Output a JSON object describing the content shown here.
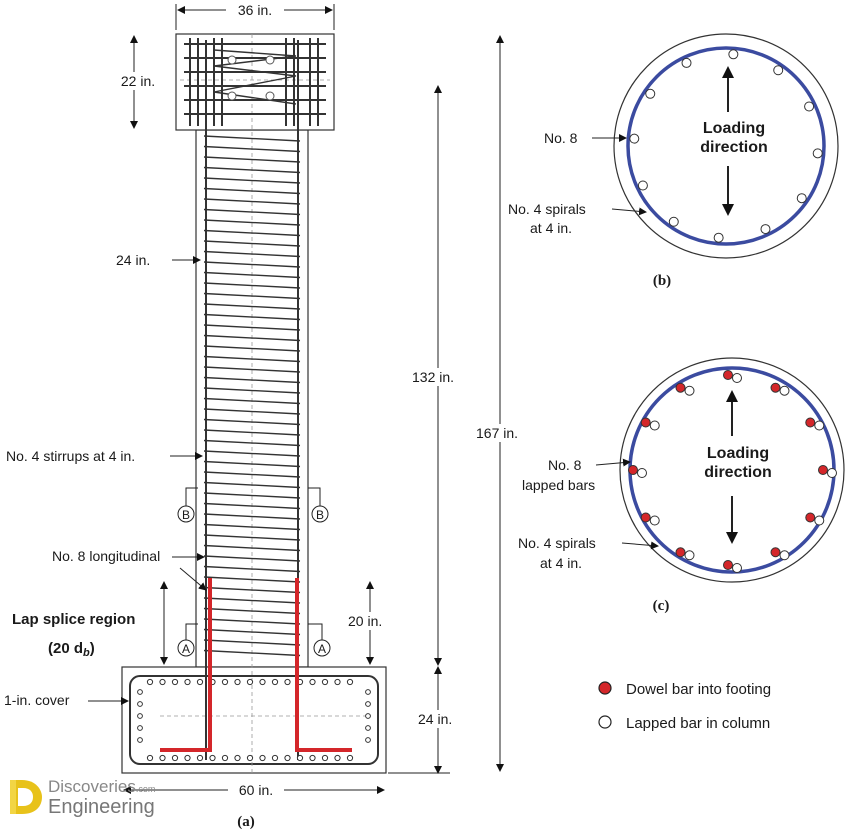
{
  "elevation": {
    "dims": {
      "top_width": "36 in.",
      "cap_height": "22 in.",
      "column_width": "24 in.",
      "column_height": "132 in.",
      "total_height": "167 in.",
      "splice_length": "20 in.",
      "footing_height": "24 in.",
      "footing_width": "60 in."
    },
    "labels": {
      "stirrups": "No. 4 stirrups at 4 in.",
      "longitudinal": "No. 8 longitudinal",
      "lap_splice_title": "Lap splice region",
      "lap_splice_sub": "(20 d",
      "lap_splice_sub_b": "b",
      "lap_splice_sub_end": ")",
      "cover": "1-in. cover",
      "section_b": "B",
      "section_a": "A"
    },
    "caption": "(a)"
  },
  "section_b": {
    "bar_label": "No. 8",
    "spiral_label_1": "No. 4 spirals",
    "spiral_label_2": "at 4 in.",
    "loading_1": "Loading",
    "loading_2": "direction",
    "caption": "(b)"
  },
  "section_c": {
    "bar_label_1": "No. 8",
    "bar_label_2": "lapped bars",
    "spiral_label_1": "No. 4 spirals",
    "spiral_label_2": "at 4 in.",
    "loading_1": "Loading",
    "loading_2": "direction",
    "caption": "(c)"
  },
  "legend": {
    "dowel": "Dowel bar into footing",
    "lapped": "Lapped bar in column"
  },
  "colors": {
    "dowel_red": "#d4262a",
    "spiral_blue": "#3b4ba0"
  },
  "watermark": {
    "line1": "Discoveries",
    "line1_suffix": ".com",
    "line2": "Engineering"
  }
}
